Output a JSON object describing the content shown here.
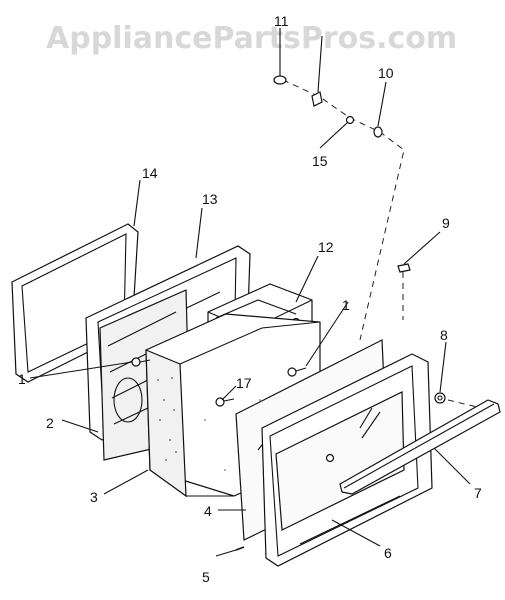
{
  "watermark": "AppliancePartsPros.com",
  "callouts": {
    "c1a": "1",
    "c1b": "1",
    "c2": "2",
    "c3": "3",
    "c4": "4",
    "c5": "5",
    "c6": "6",
    "c7": "7",
    "c8": "8",
    "c9": "9",
    "c10": "10",
    "c11": "11",
    "c12": "12",
    "c13": "13",
    "c14": "14",
    "c15": "15",
    "c17": "17"
  }
}
